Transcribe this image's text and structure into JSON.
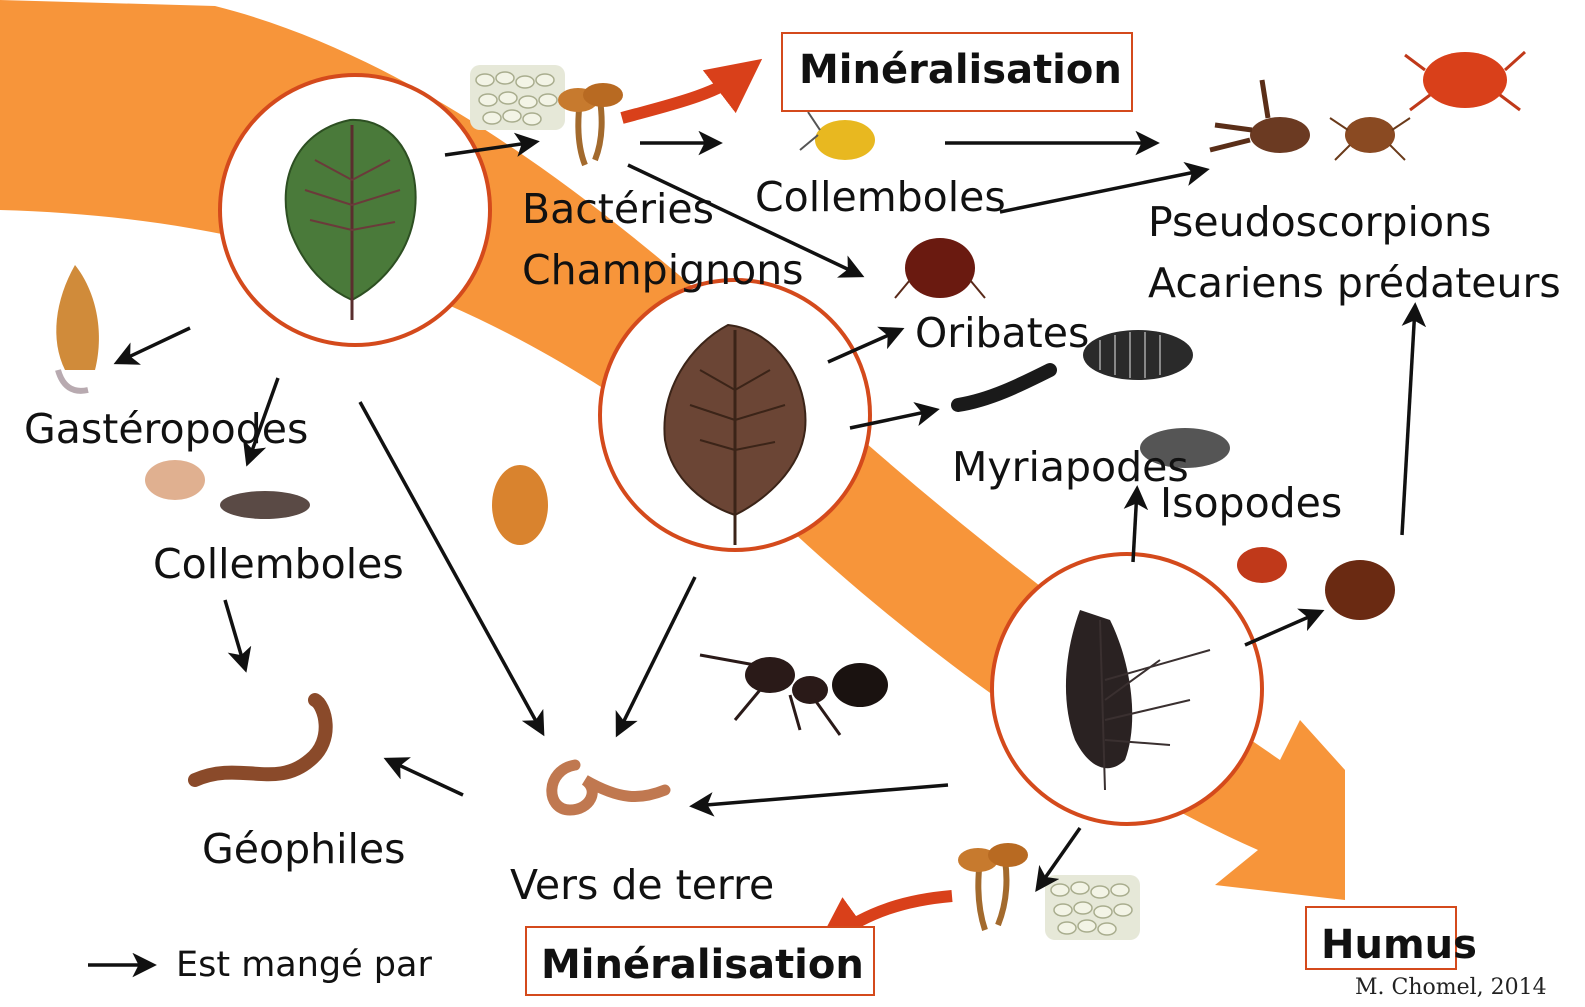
{
  "colors": {
    "flow": "#f7953a",
    "circle_border": "#d44a1c",
    "mineral_arrow": "#d9401a",
    "arrow": "#111111"
  },
  "labels": {
    "mineralisation_top": "Minéralisation",
    "bacteries": "Bactéries",
    "champignons": "Champignons",
    "collemboles_top": "Collemboles",
    "pseudoscorpions": "Pseudoscorpions",
    "acariens": "Acariens prédateurs",
    "oribates": "Oribates",
    "gasteropodes": "Gastéropodes",
    "collemboles_left": "Collemboles",
    "myriapodes": "Myriapodes",
    "isopodes": "Isopodes",
    "geophiles": "Géophiles",
    "vers": "Vers de terre",
    "mineralisation_bottom": "Minéralisation",
    "humus": "Humus"
  },
  "legend": {
    "text": "Est mangé par",
    "icon": "arrow-right-icon"
  },
  "credit": "M. Chomel, 2014",
  "images": [
    "fresh-leaf-icon",
    "decomposing-leaf-icon",
    "skeleton-leaf-icon",
    "bacteria-icon",
    "mushroom-icon",
    "springtail-icon",
    "pseudoscorpion-icon",
    "mite-icon",
    "snail-icon",
    "millipede-icon",
    "isopod-icon",
    "centipede-icon",
    "earthworm-icon",
    "ant-icon"
  ]
}
